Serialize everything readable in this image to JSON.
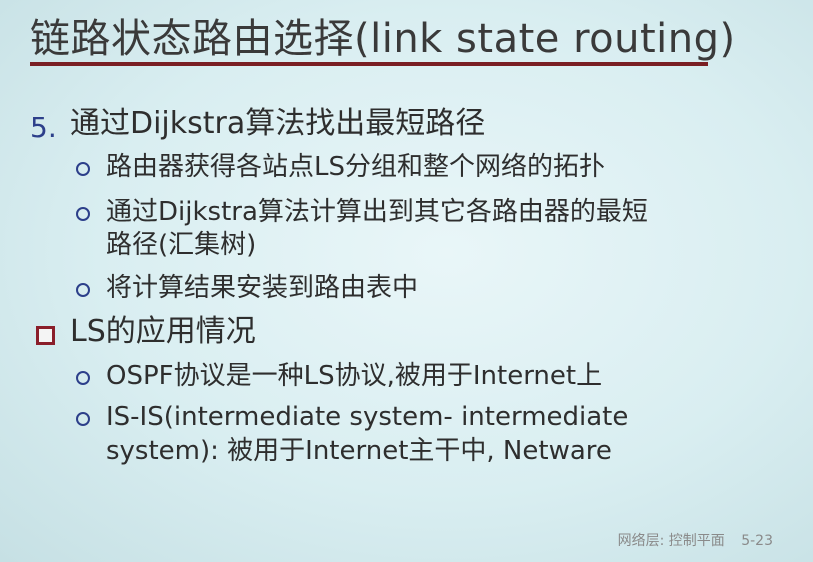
{
  "slide": {
    "title": "链路状态路由选择(link state routing)",
    "step_number": "5.",
    "step_text": "通过Dijkstra算法找出最短路径",
    "step_subitems": [
      "路由器获得各站点LS分组和整个网络的拓扑",
      "通过Dijkstra算法计算出到其它各路由器的最短",
      "路径(汇集树)",
      "将计算结果安装到路由表中"
    ],
    "ls_heading": "LS的应用情况",
    "ls_subitems": [
      "OSPF协议是一种LS协议,被用于Internet上",
      "IS-IS(intermediate system- intermediate",
      "system): 被用于Internet主干中, Netware"
    ],
    "footer_section": "网络层: 控制平面",
    "footer_page": "5-23"
  },
  "colors": {
    "accent_rule": "#7a1f24",
    "bullet_ring": "#2c3f8a",
    "bullet_square": "#8a1e2a"
  }
}
